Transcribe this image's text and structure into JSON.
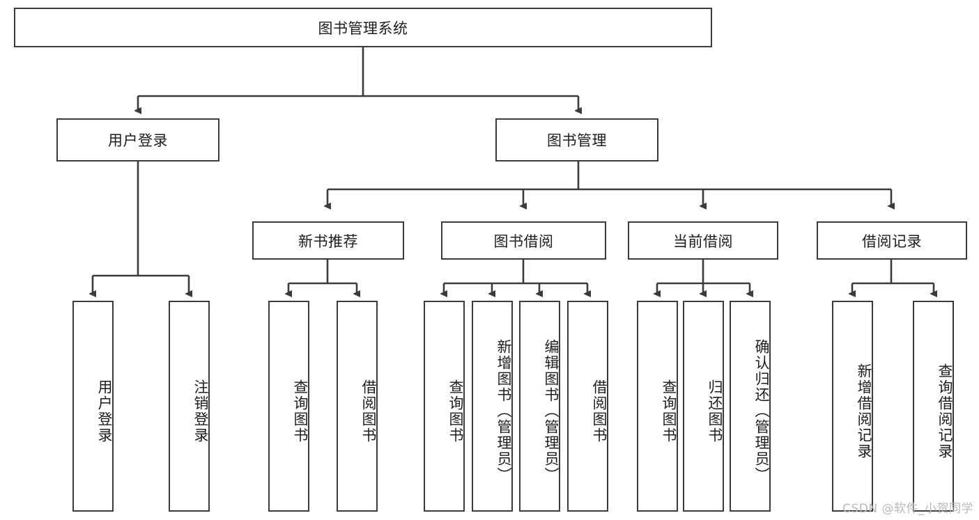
{
  "diagram": {
    "title": "图书管理系统",
    "type": "tree",
    "root": {
      "label": "图书管理系统"
    },
    "level2": [
      {
        "label": "用户登录"
      },
      {
        "label": "图书管理"
      }
    ],
    "level3": [
      {
        "label": "新书推荐"
      },
      {
        "label": "图书借阅"
      },
      {
        "label": "当前借阅"
      },
      {
        "label": "借阅记录"
      }
    ],
    "leaves": {
      "user_login": [
        {
          "label": "用户登录"
        },
        {
          "label": "注销登录"
        }
      ],
      "new_book_recommend": [
        {
          "label": "查询图书"
        },
        {
          "label": "借阅图书"
        }
      ],
      "book_borrow": [
        {
          "label": "查询图书"
        },
        {
          "label": "新增图书（管理员）"
        },
        {
          "label": "编辑图书（管理员）"
        },
        {
          "label": "借阅图书"
        }
      ],
      "current_borrow": [
        {
          "label": "查询图书"
        },
        {
          "label": "归还图书"
        },
        {
          "label": "确认归还（管理员）"
        }
      ],
      "borrow_record": [
        {
          "label": "新增借阅记录"
        },
        {
          "label": "查询借阅记录"
        }
      ]
    },
    "colors": {
      "stroke": "#3b3b3b",
      "background": "#ffffff",
      "text": "#1d1d1d",
      "watermark": "#b9b9b9"
    }
  },
  "watermark": {
    "text": "CSDN @软件_小贺同学"
  }
}
